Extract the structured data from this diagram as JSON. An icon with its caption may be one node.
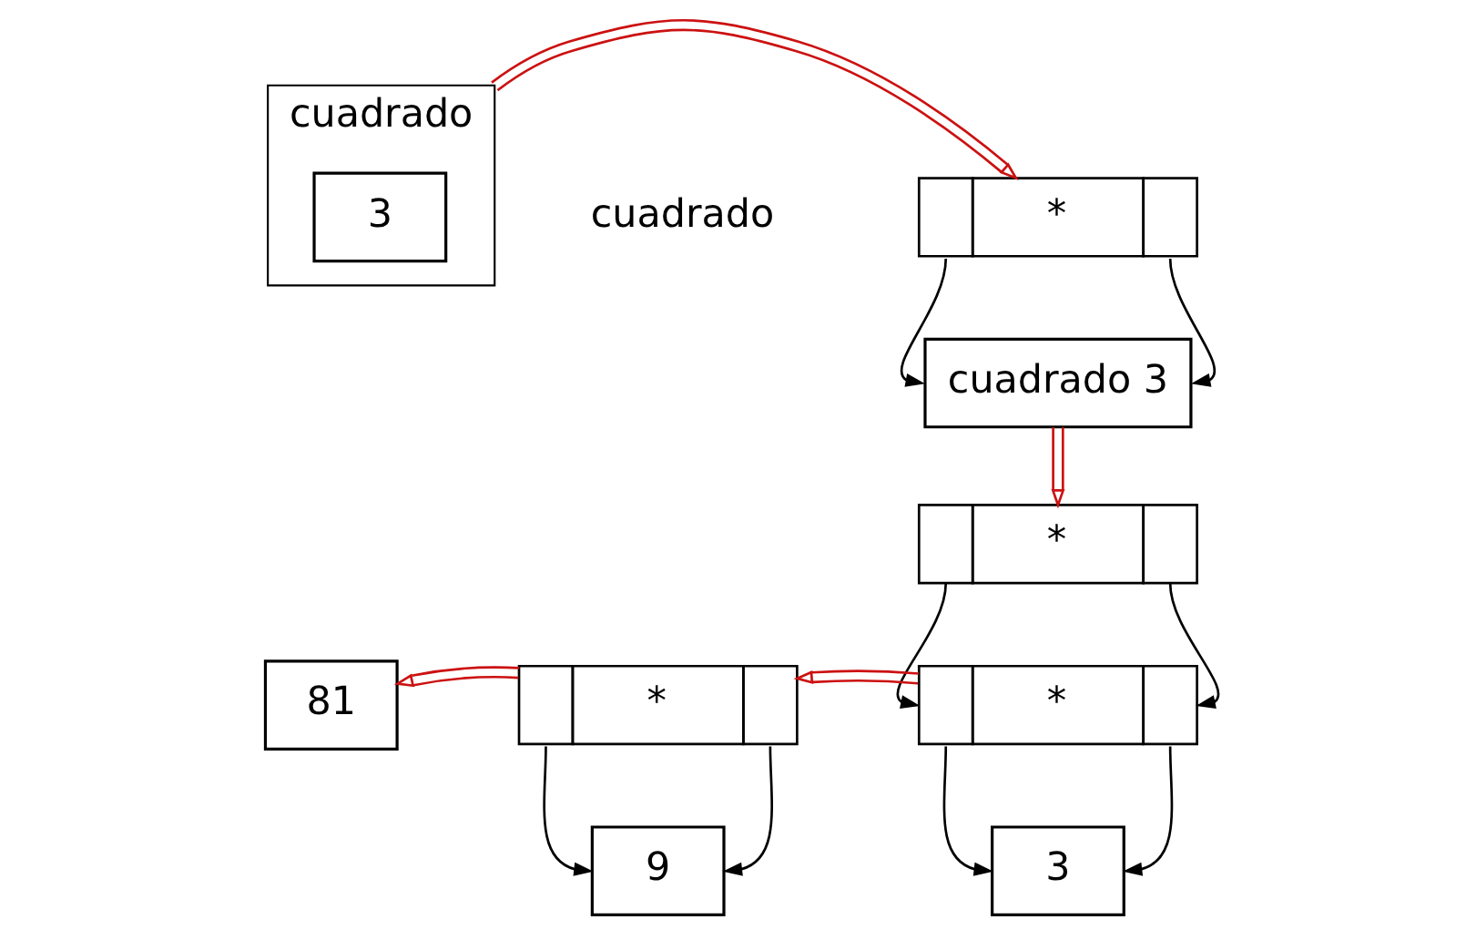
{
  "diagram": {
    "nodes": [
      {
        "text": [
          "cuadrado"
        ],
        "beside": [
          "cuadrado"
        ]
      },
      {
        "text": [
          "3"
        ],
        "in": 0
      },
      {
        "text": [
          "*"
        ]
      },
      {
        "text": [
          "cuadrado 3"
        ]
      },
      {
        "text": [
          "*"
        ]
      },
      {
        "text": [
          "*"
        ]
      },
      {
        "text": [
          "3"
        ]
      },
      {
        "text": [
          "*"
        ]
      },
      {
        "text": [
          "9"
        ]
      },
      {
        "text": [
          "81"
        ]
      }
    ],
    "edges": [
      {
        "from": 0,
        "to": 2,
        "arrow": "to",
        "color": "#cc1111"
      },
      {
        "from": 2,
        "to": 3,
        "arrow": "to"
      },
      {
        "from": 2,
        "to": 3,
        "arrow": "to"
      },
      {
        "from": 3,
        "to": 4,
        "arrow": "to",
        "color": "#cc1111"
      },
      {
        "from": 4,
        "to": 5,
        "arrow": "to"
      },
      {
        "from": 4,
        "to": 5,
        "arrow": "to"
      },
      {
        "from": 5,
        "to": 6,
        "arrow": "to"
      },
      {
        "from": 5,
        "to": 6,
        "arrow": "to"
      },
      {
        "from": 5,
        "to": 7,
        "arrow": "to",
        "color": "#cc1111"
      },
      {
        "from": 7,
        "to": 8,
        "arrow": "to"
      },
      {
        "from": 7,
        "to": 8,
        "arrow": "to"
      },
      {
        "from": 7,
        "to": 9,
        "arrow": "to",
        "color": "#cc1111"
      }
    ]
  }
}
